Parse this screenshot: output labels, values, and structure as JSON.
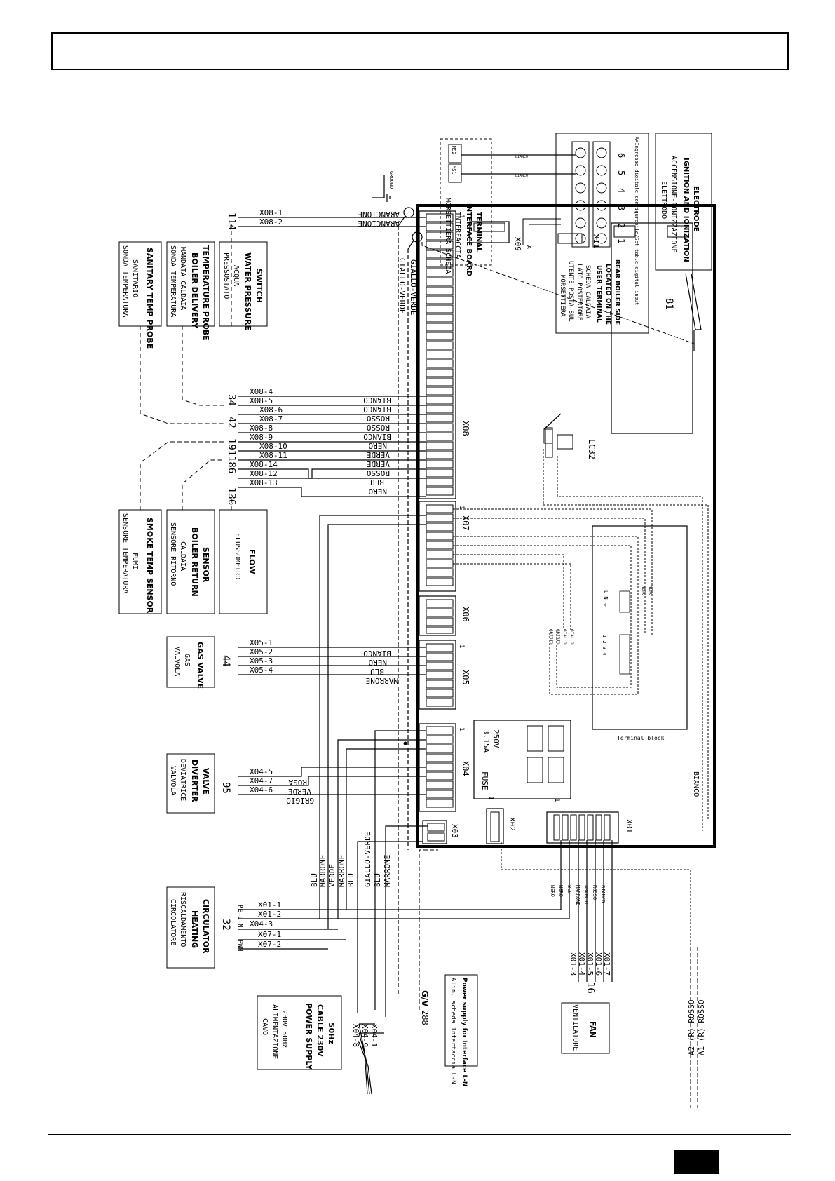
{
  "labels": {
    "x08_1": "X08-1",
    "x08_2": "X08-2",
    "x08_4": "X08-4",
    "x08_5": "X08-5",
    "x08_6": "X08-6",
    "x08_7": "X08-7",
    "x08_8": "X08-8",
    "x08_9": "X08-9",
    "x08_10": "X08-10",
    "x08_11": "X08-11",
    "x08_14": "X08-14",
    "x08_12": "X08-12",
    "x08_13": "X08-13",
    "x05_1": "X05-1",
    "x05_2": "X05-2",
    "x05_3": "X05-3",
    "x05_4": "X05-4",
    "x04_5": "X04-5",
    "x04_7": "X04-7",
    "x04_6": "X04-6",
    "x01_1": "X01-1",
    "x01_2": "X01-2",
    "x04_3": "X04-3",
    "x07_1": "X07-1",
    "x07_2": "X07-2",
    "x04_8": "X04-8",
    "x04_9": "X04-9",
    "x04_1": "X04-1",
    "x01_3": "X01-3",
    "x01_4": "X01-4",
    "x01_5": "X01-5",
    "x01_6": "X01-6",
    "x01_7": "X01-7",
    "n114": "114",
    "n34": "34",
    "n42": "42",
    "n191": "191",
    "n186": "186",
    "n136": "136",
    "n44": "44",
    "n95": "95",
    "n32": "32",
    "n16": "16",
    "n288": "288",
    "n81": "81",
    "gv": "G/V",
    "pwm": "PWM",
    "pe_l_n": "PE-L-N",
    "ground": "GROUND",
    "c_x08": "X08",
    "c_x07": "X07",
    "c_x06": "X06",
    "c_x05": "X05",
    "c_x04": "X04",
    "c_x03": "X03",
    "c_x02": "X02",
    "c_x01": "X01",
    "c_x09": "X09",
    "c_x11": "X11",
    "c_lc32": "LC32",
    "pin1": "1",
    "fuse_rating1": "3.15A",
    "fuse_rating2": "250V",
    "fuse_label": "FUSE",
    "terminal_block": "Terminal block",
    "tb_pins_a": "1 2 3 4",
    "tb_pins_b": "L N ⏚",
    "ms1": "MS1",
    "ms2": "MS2",
    "a": "A",
    "term_nums": [
      "1",
      "2",
      "3",
      "4",
      "5",
      "6"
    ]
  },
  "colors": {
    "arancione": "ARANCIONE",
    "bianco": "BIANCO",
    "rosso": "ROSSO",
    "nero": "NERO",
    "verde": "VERDE",
    "blu": "BLU",
    "marrone": "MARRONE",
    "rosa": "ROSA",
    "grigio": "GRIGIO",
    "giallo": "GIALLO",
    "giallo_verde": "GIALLO-VERDE",
    "arancio": "ARANCIO",
    "a2": "A2 (R) ROSSO",
    "a1": "A1 (R) ROSSO"
  },
  "boxes": {
    "sanitary": [
      "SONDA TEMPERATURA",
      "SANITARIO",
      "SANITARY TEMP PROBE"
    ],
    "delivery": [
      "SONDA TEMPERATURA",
      "MANDATA CALDAIA",
      "BOILER DELIVERY",
      "TEMPERATURE PROBE"
    ],
    "pressure": [
      "PRESSOSTATO",
      "ACQUA",
      "WATER PRESSURE",
      "SWITCH"
    ],
    "smoke": [
      "SENSORE TEMPERATURA",
      "FUMI",
      "SMOKE TEMP SENSOR"
    ],
    "ret": [
      "SENSORE RITORNO",
      "CALDAIA",
      "BOILER RETURN",
      "SENSOR"
    ],
    "flow": [
      "FLUSSOMETRO",
      "FLOW"
    ],
    "gas": [
      "VALVOLA",
      "GAS",
      "GAS VALVE"
    ],
    "diverter": [
      "VALVOLA",
      "DEVIATRICE",
      "DIVERTER",
      "VALVE"
    ],
    "circ": [
      "CIRCOLATORE",
      "RISCALDAMENTO",
      "HEATING",
      "CIRCULATOR"
    ],
    "power": [
      "CAVO",
      "ALIMENTAZIONE",
      "230V 50Hz",
      "POWER SUPPLY",
      "CABLE 230V",
      "50Hz"
    ],
    "interface_supply": [
      "Alim. scheda Interfaccia L-N",
      "Power supply for Interface L-N"
    ],
    "fan": [
      "VENTILATORE",
      "FAN"
    ],
    "interface_board": [
      "MORSETTIERA SCHEDA",
      "INTERFACCIA",
      "INTERFACE BOARD",
      "TERMINAL"
    ],
    "user_terminal": [
      "MORSETTIERA",
      "UTENTE POSTA SUL",
      "LATO POSTERIORE",
      "SCHEDA CALDAIA",
      "USER TERMINAL",
      "LOCATED ON THE",
      "REAR BOILER SIDE",
      "A=Ingresso digitale configurabile/Set table digital input"
    ],
    "electrode": [
      "ELETTRODO",
      "ACCENSIONE-IONIZZAZIONE",
      "IGNITION AND IONIZATION",
      "ELECTRODE"
    ]
  }
}
